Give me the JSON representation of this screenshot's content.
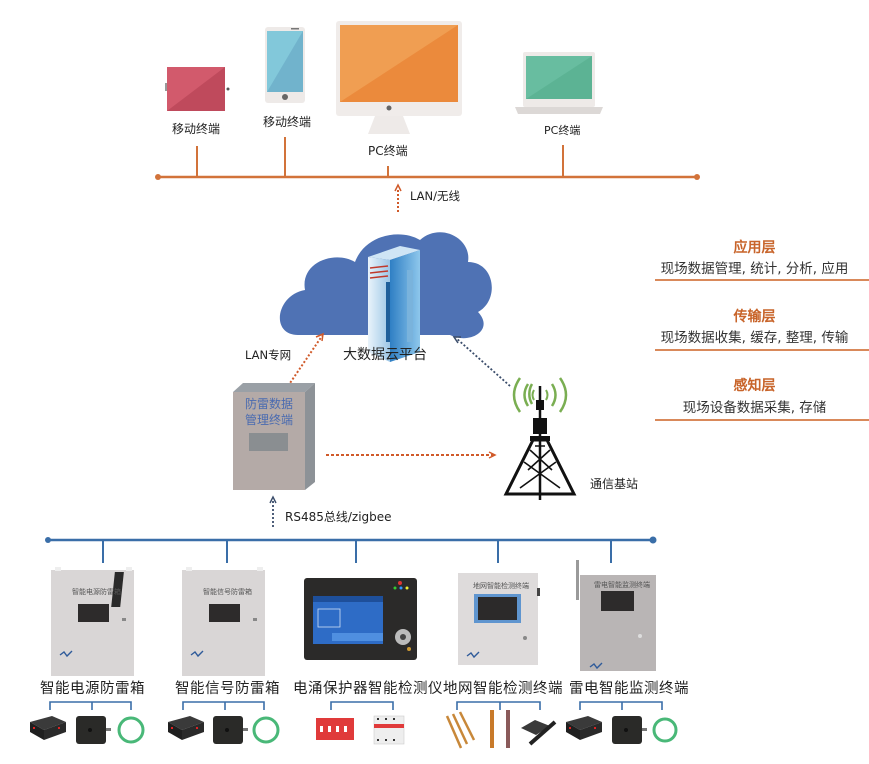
{
  "diagram": {
    "terminals": [
      {
        "label": "移动终端",
        "device": "tablet"
      },
      {
        "label": "移动终端",
        "device": "phone"
      },
      {
        "label": "PC终端",
        "device": "desktop-monitor"
      },
      {
        "label": "PC终端",
        "device": "laptop"
      }
    ],
    "links": {
      "cloud_to_terminals": "LAN/无线",
      "manager_to_cloud": "LAN专网",
      "bus_to_manager": "RS485总线/zigbee"
    },
    "cloud": {
      "label": "大数据云平台"
    },
    "manager": {
      "label_line1": "防雷数据",
      "label_line2": "管理终端"
    },
    "base_station": {
      "label": "通信基站"
    },
    "layers": [
      {
        "title": "应用层",
        "desc": "现场数据管理, 统计, 分析, 应用"
      },
      {
        "title": "传输层",
        "desc": "现场数据收集, 缓存, 整理, 传输"
      },
      {
        "title": "感知层",
        "desc": "现场设备数据采集, 存储"
      }
    ],
    "field_devices": [
      {
        "label": "智能电源防雷箱",
        "panel_text": "智能电源防雷箱",
        "sensors": [
          "collector",
          "ct-sensor",
          "rogowski-coil"
        ]
      },
      {
        "label": "智能信号防雷箱",
        "panel_text": "智能信号防雷箱",
        "sensors": [
          "collector",
          "ct-sensor",
          "rogowski-coil"
        ]
      },
      {
        "label": "电涌保护器智能检测仪",
        "panel_text": "",
        "sensors": [
          "spd-module-red",
          "spd-module-white"
        ]
      },
      {
        "label": "地网智能检测终端",
        "panel_text": "地网智能检测终端",
        "sensors": [
          "ground-rods",
          "ground-stakes",
          "ground-mats"
        ]
      },
      {
        "label": "雷电智能监测终端",
        "panel_text": "雷电智能监测终端",
        "sensors": [
          "collector",
          "ct-sensor",
          "rogowski-coil"
        ]
      }
    ],
    "colors": {
      "orange_line": "#d2733a",
      "blue_bus": "#3a6ea8",
      "cloud": "#4f72b4",
      "layer_accent": "#c8642a",
      "signal_green": "#7aae52"
    }
  }
}
